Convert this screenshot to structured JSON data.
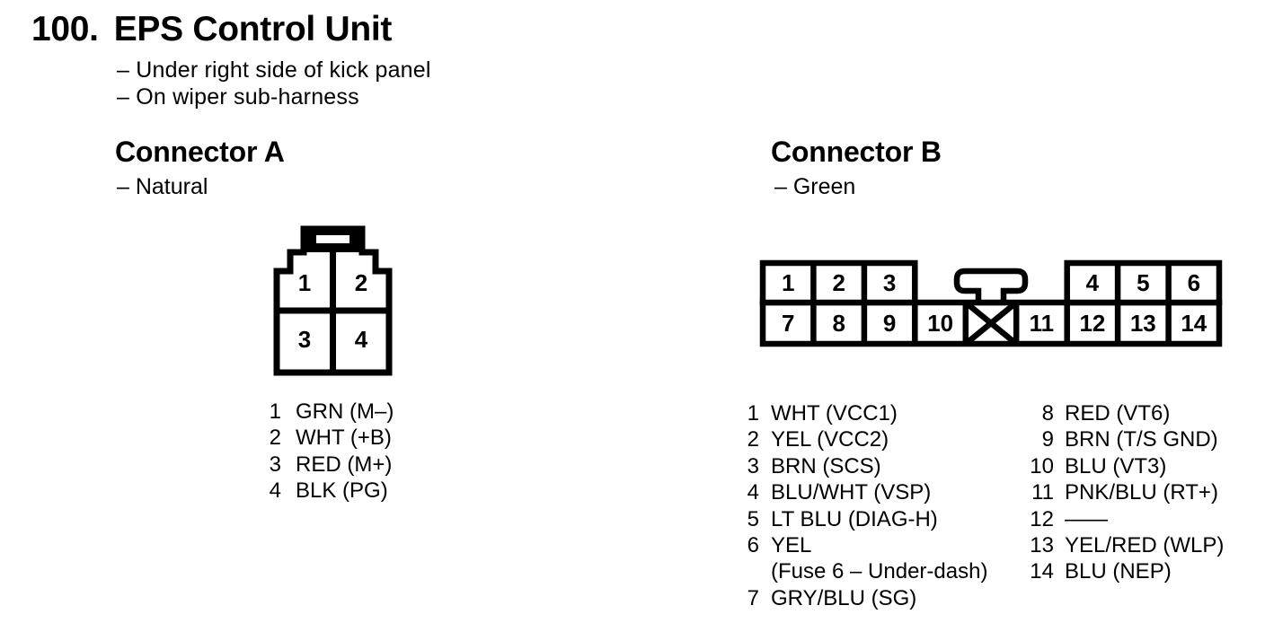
{
  "page": {
    "number": "100.",
    "title": "EPS Control Unit",
    "location_notes": [
      "– Under right side of kick panel",
      "– On wiper sub-harness"
    ]
  },
  "connector_a": {
    "heading": "Connector A",
    "color_note": "– Natural",
    "cavities": [
      "1",
      "2",
      "3",
      "4"
    ],
    "pins": [
      {
        "num": "1",
        "label": "GRN (M–)"
      },
      {
        "num": "2",
        "label": "WHT (+B)"
      },
      {
        "num": "3",
        "label": "RED (M+)"
      },
      {
        "num": "4",
        "label": "BLK (PG)"
      }
    ]
  },
  "connector_b": {
    "heading": "Connector B",
    "color_note": "– Green",
    "cavities_top_left": [
      "1",
      "2",
      "3"
    ],
    "cavities_top_right": [
      "4",
      "5",
      "6"
    ],
    "cavities_bottom": [
      "7",
      "8",
      "9",
      "10",
      "11",
      "12",
      "13",
      "14"
    ],
    "pins_left": [
      {
        "num": "1",
        "label": "WHT (VCC1)"
      },
      {
        "num": "2",
        "label": "YEL (VCC2)"
      },
      {
        "num": "3",
        "label": "BRN (SCS)"
      },
      {
        "num": "4",
        "label": "BLU/WHT (VSP)"
      },
      {
        "num": "5",
        "label": "LT BLU (DIAG-H)"
      },
      {
        "num": "6",
        "label": "YEL",
        "label2": "(Fuse 6 – Under-dash)"
      },
      {
        "num": "7",
        "label": "GRY/BLU (SG)"
      }
    ],
    "pins_right": [
      {
        "num": "8",
        "label": "RED (VT6)"
      },
      {
        "num": "9",
        "label": "BRN (T/S GND)"
      },
      {
        "num": "10",
        "label": "BLU (VT3)"
      },
      {
        "num": "11",
        "label": "PNK/BLU (RT+)"
      },
      {
        "num": "12",
        "label": "——"
      },
      {
        "num": "13",
        "label": "YEL/RED (WLP)"
      },
      {
        "num": "14",
        "label": "BLU (NEP)"
      }
    ]
  }
}
